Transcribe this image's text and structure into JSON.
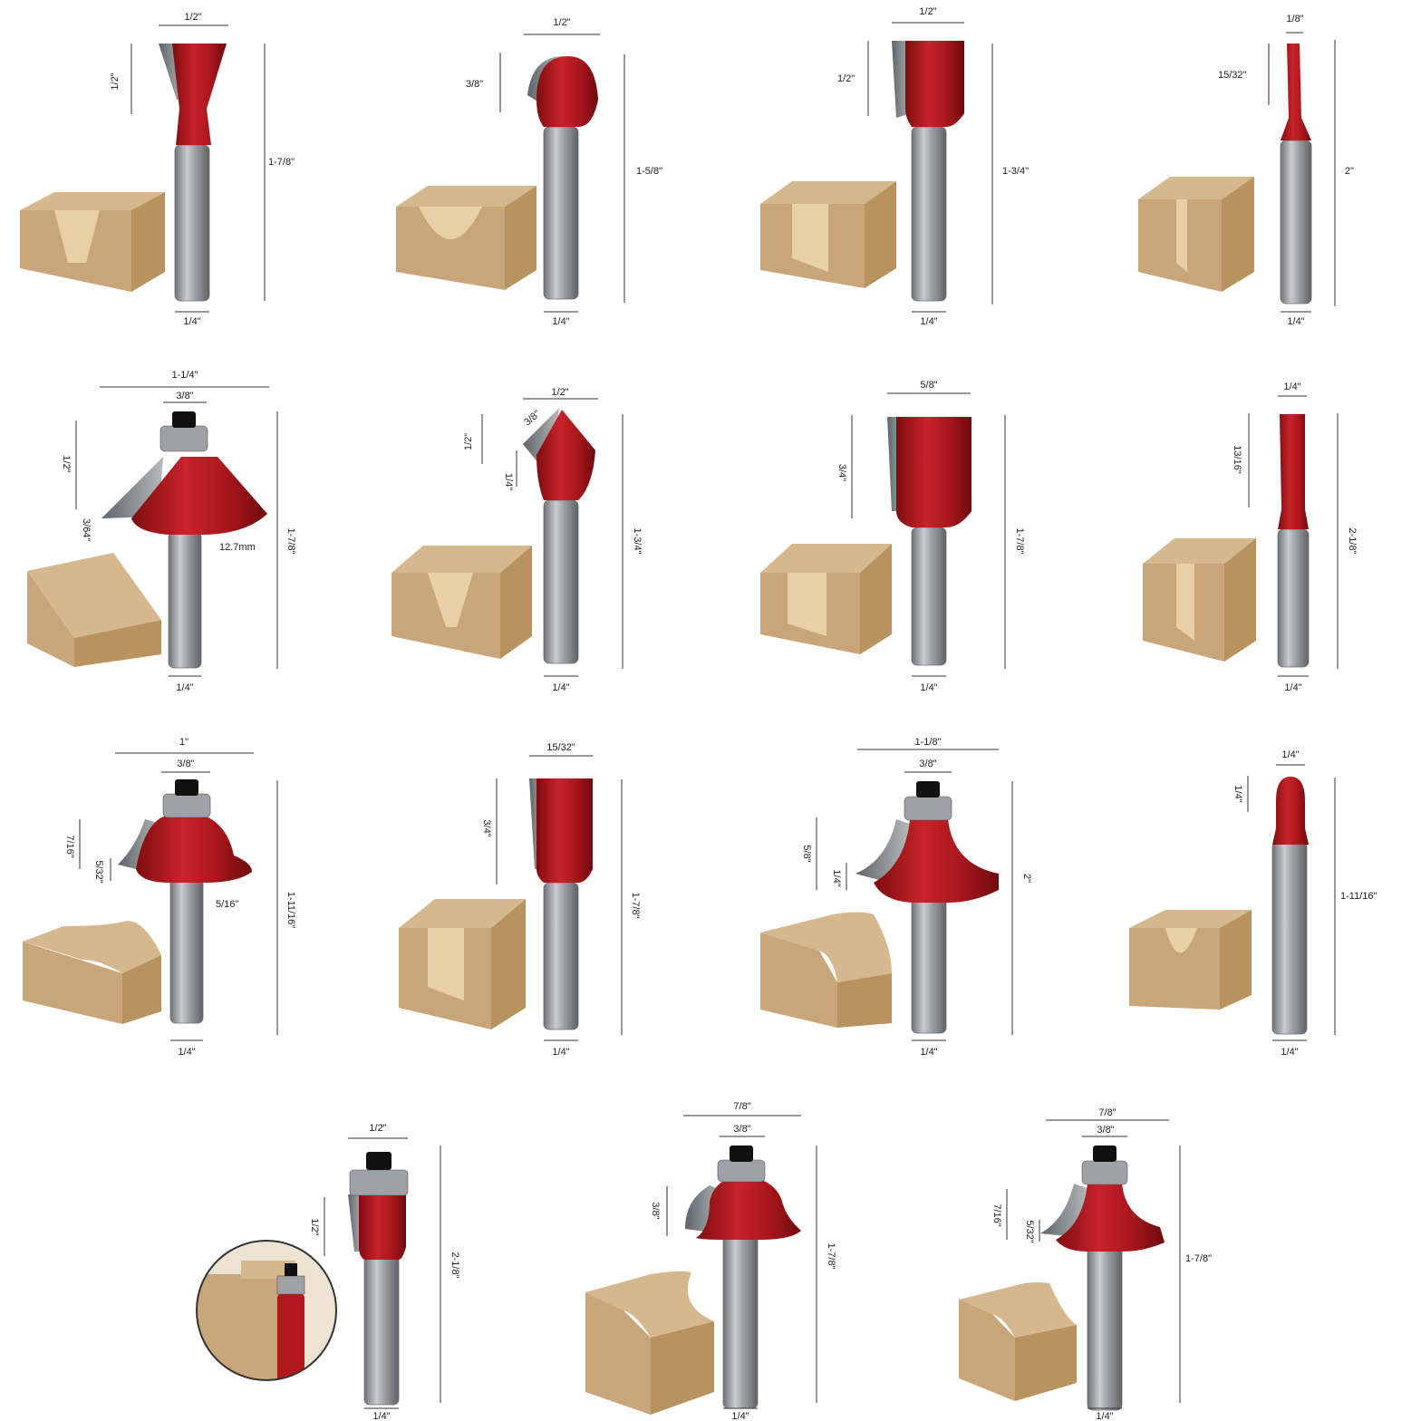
{
  "bits": [
    {
      "name": "dovetail",
      "labels": {
        "top": "1/2\"",
        "side": "1/2\"",
        "height": "1-7/8\"",
        "shank": "1/4\""
      }
    },
    {
      "name": "core-box",
      "labels": {
        "top": "1/2\"",
        "side": "3/8\"",
        "height": "1-5/8\"",
        "shank": "1/4\""
      }
    },
    {
      "name": "straight-half",
      "labels": {
        "top": "1/2\"",
        "side": "1/2\"",
        "height": "1-3/4\"",
        "shank": "1/4\""
      }
    },
    {
      "name": "straight-eighth",
      "labels": {
        "top": "1/8\"",
        "side": "15/32\"",
        "height": "2\"",
        "shank": "1/4\""
      }
    },
    {
      "name": "chamfer",
      "labels": {
        "outer": "1-1/4\"",
        "bearing": "3/8\"",
        "side": "1/2\"",
        "small": "3/64\"",
        "mm": "12.7mm",
        "height": "1-7/8\"",
        "shank": "1/4\""
      }
    },
    {
      "name": "v-groove",
      "labels": {
        "top": "1/2\"",
        "angle": "3/8\"",
        "side": "1/2\"",
        "small": "1/4\"",
        "height": "1-3/4\"",
        "shank": "1/4\""
      }
    },
    {
      "name": "straight-five-eighth",
      "labels": {
        "top": "5/8\"",
        "side": "3/4\"",
        "height": "1-7/8\"",
        "shank": "1/4\""
      }
    },
    {
      "name": "straight-quarter",
      "labels": {
        "top": "1/4\"",
        "side": "13/16\"",
        "height": "2-1/8\"",
        "shank": "1/4\""
      }
    },
    {
      "name": "roman-ogee",
      "labels": {
        "outer": "1\"",
        "bearing": "3/8\"",
        "side": "7/16\"",
        "small": "5/32\"",
        "radius": "5/16\"",
        "height": "1-11/16\"",
        "shank": "1/4\""
      }
    },
    {
      "name": "straight-fifteen-32",
      "labels": {
        "top": "15/32\"",
        "side": "3/4\"",
        "height": "1-7/8\"",
        "shank": "1/4\""
      }
    },
    {
      "name": "round-over-large",
      "labels": {
        "outer": "1-1/8\"",
        "bearing": "3/8\"",
        "side": "5/8\"",
        "small": "1/4\"",
        "height": "2\"",
        "shank": "1/4\""
      }
    },
    {
      "name": "round-nose",
      "labels": {
        "top": "1/4\"",
        "side": "1/4\"",
        "height": "1-11/16\"",
        "shank": "1/4\""
      }
    },
    {
      "name": "flush-trim",
      "labels": {
        "top": "1/2\"",
        "side": "1/2\"",
        "height": "2-1/8\"",
        "shank": "1/4\""
      }
    },
    {
      "name": "cove",
      "labels": {
        "outer": "7/8\"",
        "bearing": "3/8\"",
        "side": "3/8\"",
        "height": "1-7/8\"",
        "shank": "1/4\""
      }
    },
    {
      "name": "round-over-small",
      "labels": {
        "outer": "7/8\"",
        "bearing": "3/8\"",
        "side": "7/16\"",
        "small": "5/32\"",
        "height": "1-7/8\"",
        "shank": "1/4\""
      }
    }
  ],
  "colors": {
    "red": "#b3161c",
    "steel": "#8c8f93",
    "wood": "#d6b88f",
    "background": "#ffffff"
  }
}
